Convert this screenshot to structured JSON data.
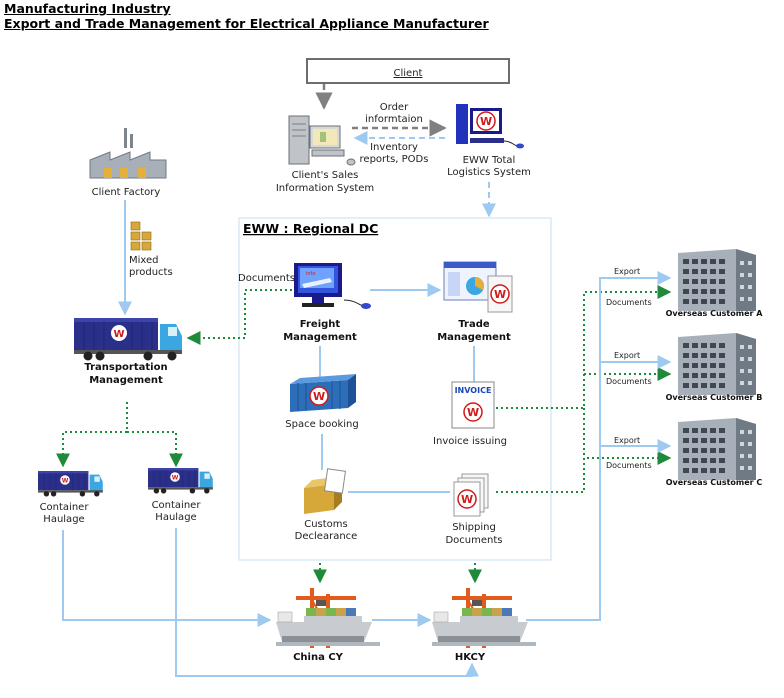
{
  "header": {
    "line1": "Manufacturing Industry",
    "line2": "Export and Trade Management for Electrical Appliance Manufacturer"
  },
  "client": {
    "label": "Client"
  },
  "flows": {
    "order_line1": "Order",
    "order_line2": "informtaion",
    "inventory_line1": "Inventory",
    "inventory_line2": "reports, PODs",
    "documents": "Documents",
    "mixed_line1": "Mixed",
    "mixed_line2": "products",
    "export": "Export"
  },
  "nodes": {
    "sales_system_line1": "Client's Sales",
    "sales_system_line2": "Information System",
    "eww_total_line1": "EWW Total",
    "eww_total_line2": "Logistics System",
    "client_factory": "Client Factory",
    "dc_title": "EWW : Regional DC",
    "freight_line1": "Freight",
    "freight_line2": "Management",
    "trade_line1": "Trade",
    "trade_line2": "Management",
    "transport_line1": "Transportation",
    "transport_line2": "Management",
    "space_booking": "Space booking",
    "invoice_issuing": "Invoice issuing",
    "invoice_word": "INVOICE",
    "customs_line1": "Customs",
    "customs_line2": "Declearance",
    "shipping_line1": "Shipping",
    "shipping_line2": "Documents",
    "haulage_line1": "Container",
    "haulage_line2": "Haulage",
    "china_cy": "China CY",
    "hkcy": "HKCY",
    "customer_a": "Overseas Customer A",
    "customer_b": "Overseas Customer B",
    "customer_c": "Overseas Customer C"
  },
  "colors": {
    "flow_blue": "#9ec9f0",
    "dotted_green": "#1f8a3a",
    "gray_arrow": "#808080",
    "truck_blue": "#2a2f8a",
    "container_blue": "#2c6fb8",
    "eww_red": "#d11a1a"
  }
}
